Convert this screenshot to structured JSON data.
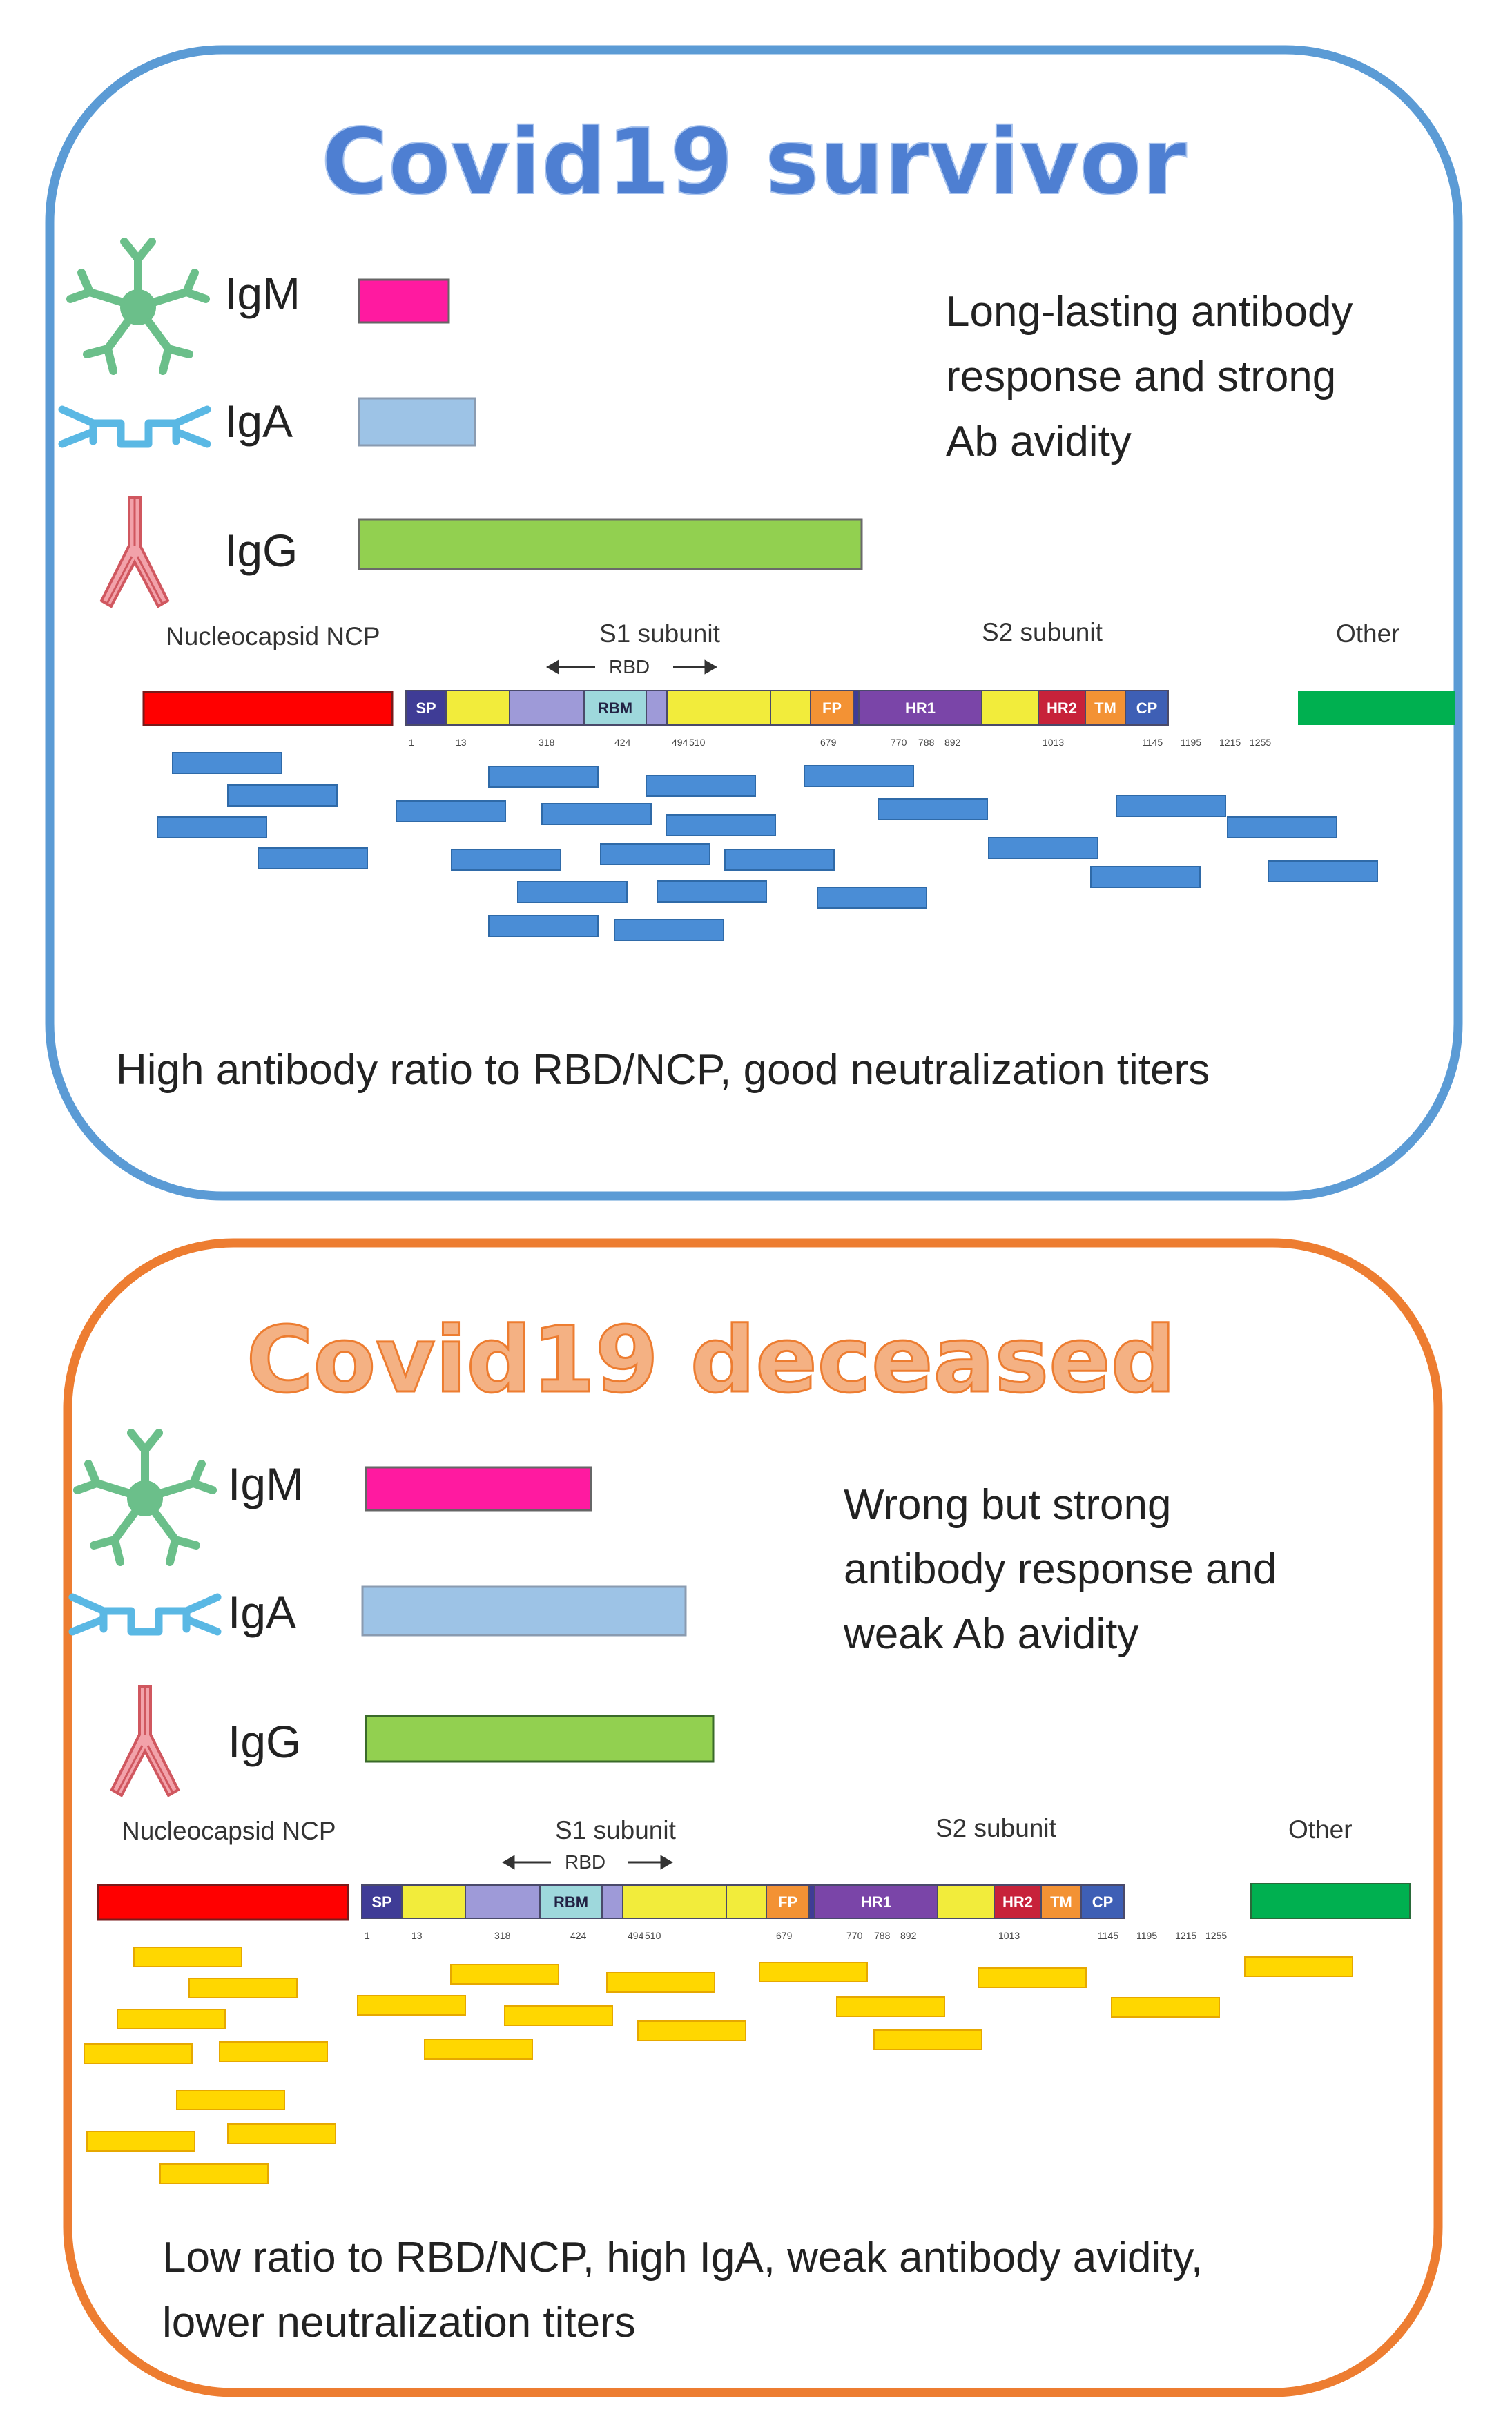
{
  "panels": [
    {
      "title": "Covid19 survivor",
      "antibodies": [
        {
          "label": "IgM",
          "color": "#ff1aa0"
        },
        {
          "label": "IgA",
          "color": "#9dc3e6"
        },
        {
          "label": "IgG",
          "color": "#92d050"
        }
      ],
      "description_lines": [
        "Long-lasting antibody",
        "response and strong",
        "Ab avidity"
      ],
      "map": {
        "nucleocapsid_label": "Nucleocapsid NCP",
        "s1_label": "S1 subunit",
        "rbd_label": "RBD",
        "s2_label": "S2 subunit",
        "other_label": "Other"
      },
      "footer_lines": [
        "High antibody ratio to RBD/NCP, good neutralization titers"
      ]
    },
    {
      "title": "Covid19 deceased",
      "antibodies": [
        {
          "label": "IgM",
          "color": "#ff1aa0"
        },
        {
          "label": "IgA",
          "color": "#9dc3e6"
        },
        {
          "label": "IgG",
          "color": "#92d050"
        }
      ],
      "description_lines": [
        "Wrong but strong",
        "antibody response and",
        "weak Ab avidity"
      ],
      "map": {
        "nucleocapsid_label": "Nucleocapsid NCP",
        "s1_label": "S1 subunit",
        "rbd_label": "RBD",
        "s2_label": "S2 subunit",
        "other_label": "Other"
      },
      "footer_lines": [
        "Low ratio to RBD/NCP, high IgA, weak antibody avidity,",
        "lower neutralization titers"
      ]
    }
  ],
  "spike_domains": [
    {
      "label": "SP",
      "color": "#3f3c96"
    },
    {
      "label": "",
      "color": "#f2ec3b"
    },
    {
      "label": "",
      "color": "#9e9ad8"
    },
    {
      "label": "RBM",
      "color": "#9ed8dc"
    },
    {
      "label": "",
      "color": "#9e9ad8"
    },
    {
      "label": "",
      "color": "#f2ec3b"
    },
    {
      "label": "",
      "color": "#f2ec3b"
    },
    {
      "label": "FP",
      "color": "#f39234"
    },
    {
      "label": "",
      "color": "#3f3c96"
    },
    {
      "label": "HR1",
      "color": "#7a45a8"
    },
    {
      "label": "",
      "color": "#f2ec3b"
    },
    {
      "label": "HR2",
      "color": "#c7223a"
    },
    {
      "label": "TM",
      "color": "#f39234"
    },
    {
      "label": "CP",
      "color": "#3e5fb5"
    }
  ],
  "spike_positions": [
    "1",
    "13",
    "318",
    "424",
    "494",
    "510",
    "679",
    "770",
    "788",
    "892",
    "1013",
    "1145",
    "1195",
    "1215",
    "1255"
  ],
  "ncp_color": "#ff0000",
  "other_color": "#00b050",
  "survivor_epitope_color": "#4a8dd6",
  "deceased_epitope_color": "#ffd700"
}
